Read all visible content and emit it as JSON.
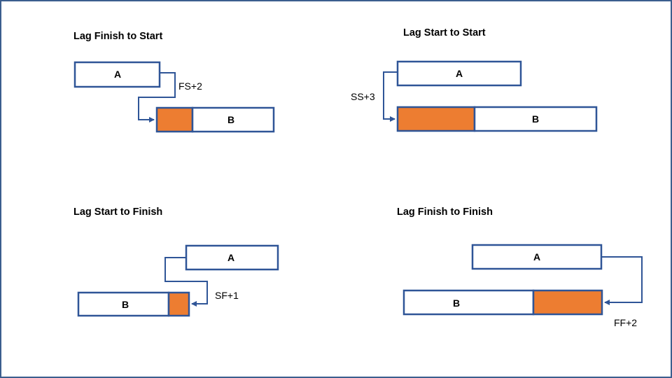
{
  "colors": {
    "outline": "#2f5597",
    "lag_fill": "#ed7d31",
    "frame": "#3b5e8e"
  },
  "panels": {
    "fs": {
      "title": "Lag Finish to Start",
      "lag": "FS+2",
      "task_a": "A",
      "task_b": "B"
    },
    "ss": {
      "title": "Lag Start to Start",
      "lag": "SS+3",
      "task_a": "A",
      "task_b": "B"
    },
    "sf": {
      "title": "Lag Start to Finish",
      "lag": "SF+1",
      "task_a": "A",
      "task_b": "B"
    },
    "ff": {
      "title": "Lag Finish to Finish",
      "lag": "FF+2",
      "task_a": "A",
      "task_b": "B"
    }
  }
}
